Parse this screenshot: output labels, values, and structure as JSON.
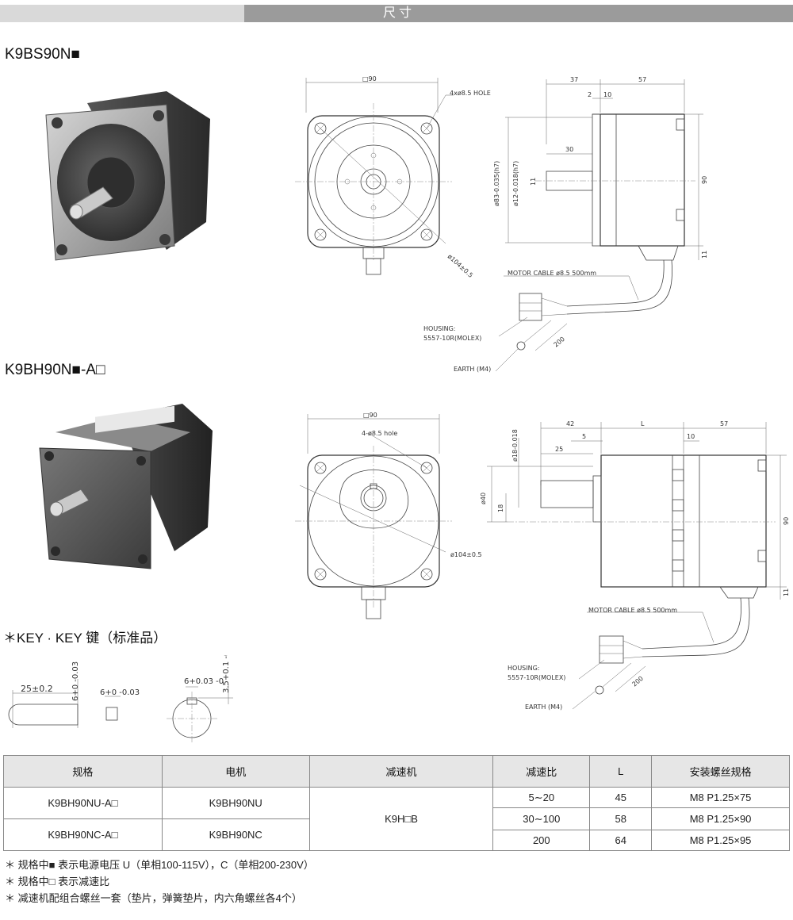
{
  "header": {
    "title": "尺寸"
  },
  "section1": {
    "model": "K9BS90N■",
    "front_view": {
      "square": "□90",
      "holes": "4xø8.5 HOLE",
      "pcd": "ø104±0.5"
    },
    "side_view": {
      "d37": "37",
      "d57": "57",
      "d2": "2",
      "d10": "10",
      "d30": "30",
      "d83": "ø83-0.035(h7)",
      "d12": "ø12-0.018(h7)",
      "d11": "11",
      "d90": "90",
      "d11b": "11",
      "cable": "MOTOR CABLE ø8.5 500mm",
      "housing_1": "HOUSING:",
      "housing_2": "5557-10R(MOLEX)",
      "d200": "200",
      "earth": "EARTH (M4)"
    }
  },
  "section2": {
    "model": "K9BH90N■-A□",
    "front_view": {
      "square": "□90",
      "holes": "4-ø8.5 hole",
      "pcd": "ø104±0.5"
    },
    "side_view": {
      "d42": "42",
      "dL": "L",
      "d57": "57",
      "d5": "5",
      "d25": "25",
      "d10": "10",
      "d18t": "ø18-0.018",
      "d40": "ø40",
      "d18": "18",
      "d90": "90",
      "d11": "11",
      "cable": "MOTOR CABLE ø8.5 500mm",
      "housing_1": "HOUSING:",
      "housing_2": "5557-10R(MOLEX)",
      "d200": "200",
      "earth": "EARTH (M4)"
    }
  },
  "key": {
    "title": "＊KEY · KEY 键（标准品）",
    "len": "25±0.2",
    "h": "6+0 -0.03",
    "w": "6+0 -0.03",
    "slot_w": "6+0.03 -0",
    "slot_d": "3.5+0.1 -0"
  },
  "table": {
    "headers": [
      "规格",
      "电机",
      "减速机",
      "减速比",
      "L",
      "安装螺丝规格"
    ],
    "spec_rows": [
      {
        "spec": "K9BH90NU-A□",
        "motor": "K9BH90NU"
      },
      {
        "spec": "K9BH90NC-A□",
        "motor": "K9BH90NC"
      }
    ],
    "gearbox": "K9H□B",
    "ratio_rows": [
      {
        "ratio": "5∼20",
        "L": "45",
        "screw": "M8 P1.25×75"
      },
      {
        "ratio": "30∼100",
        "L": "58",
        "screw": "M8 P1.25×90"
      },
      {
        "ratio": "200",
        "L": "64",
        "screw": "M8 P1.25×95"
      }
    ]
  },
  "notes": [
    "＊ 规格中■ 表示电源电压 U（单相100-115V），C（单相200-230V）",
    "＊ 规格中□ 表示减速比",
    "＊ 减速机配组合螺丝一套（垫片，弹簧垫片，内六角螺丝各4个）"
  ],
  "colors": {
    "header_light": "#d9d9d9",
    "header_dark": "#9b9b9b",
    "table_header": "#e6e6e6"
  }
}
